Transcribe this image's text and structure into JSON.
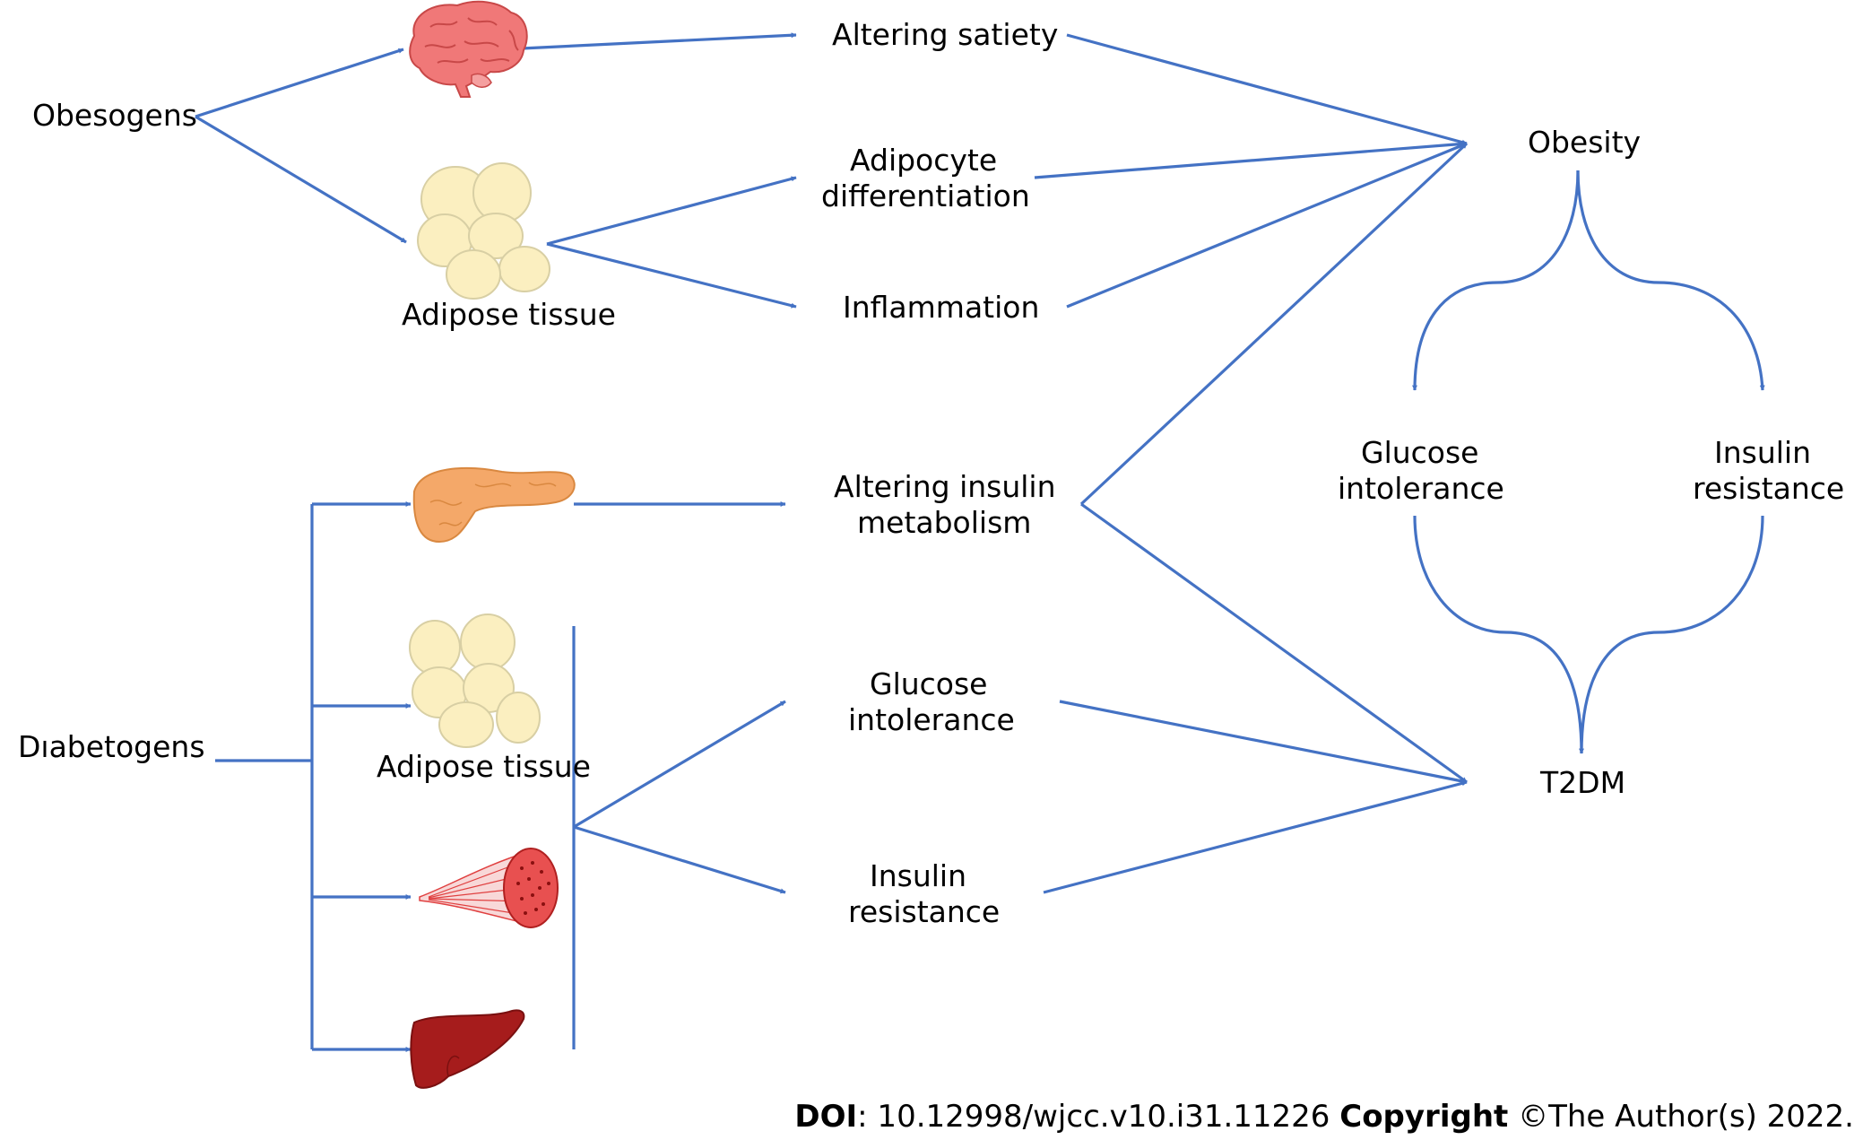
{
  "labels": {
    "obesogens": "Obesogens",
    "adipose_tissue_top": "Adipose tissue",
    "altering_satiety": "Altering satiety",
    "adipocyte_line1": "Adipocyte",
    "adipocyte_line2": "differentiation",
    "inflammation": "Inflammation",
    "obesity": "Obesity",
    "glucose_intol_right_line1": "Glucose",
    "glucose_intol_right_line2": "intolerance",
    "insulin_res_right_line1": "Insulin",
    "insulin_res_right_line2": "resistance",
    "t2dm": "T2DM",
    "diabetogens": "Dıabetogens",
    "adipose_tissue_bottom": "Adipose tissue",
    "altering_insulin_line1": "Altering insulin",
    "altering_insulin_line2": "metabolism",
    "glucose_intol_mid_line1": "Glucose",
    "glucose_intol_mid_line2": "intolerance",
    "insulin_res_mid_line1": "Insulin",
    "insulin_res_mid_line2": "resistance"
  },
  "footer": {
    "doi_label": "DOI",
    "doi_value": ": 10.12998/wjcc.v10.i31.11226 ",
    "copyright_label": "Copyright",
    "copyright_value": " ©The Author(s) 2022."
  },
  "icons": {
    "brain": "brain-icon",
    "fat_cells": "fat-cells-icon",
    "pancreas": "pancreas-icon",
    "muscle": "muscle-icon",
    "liver": "liver-icon"
  },
  "colors": {
    "arrow": "#4472C4",
    "brain": "#F07878",
    "fat": "#FBEFC0",
    "pancreas": "#F4A869",
    "muscle": "#E04040",
    "liver": "#A61C1C"
  }
}
